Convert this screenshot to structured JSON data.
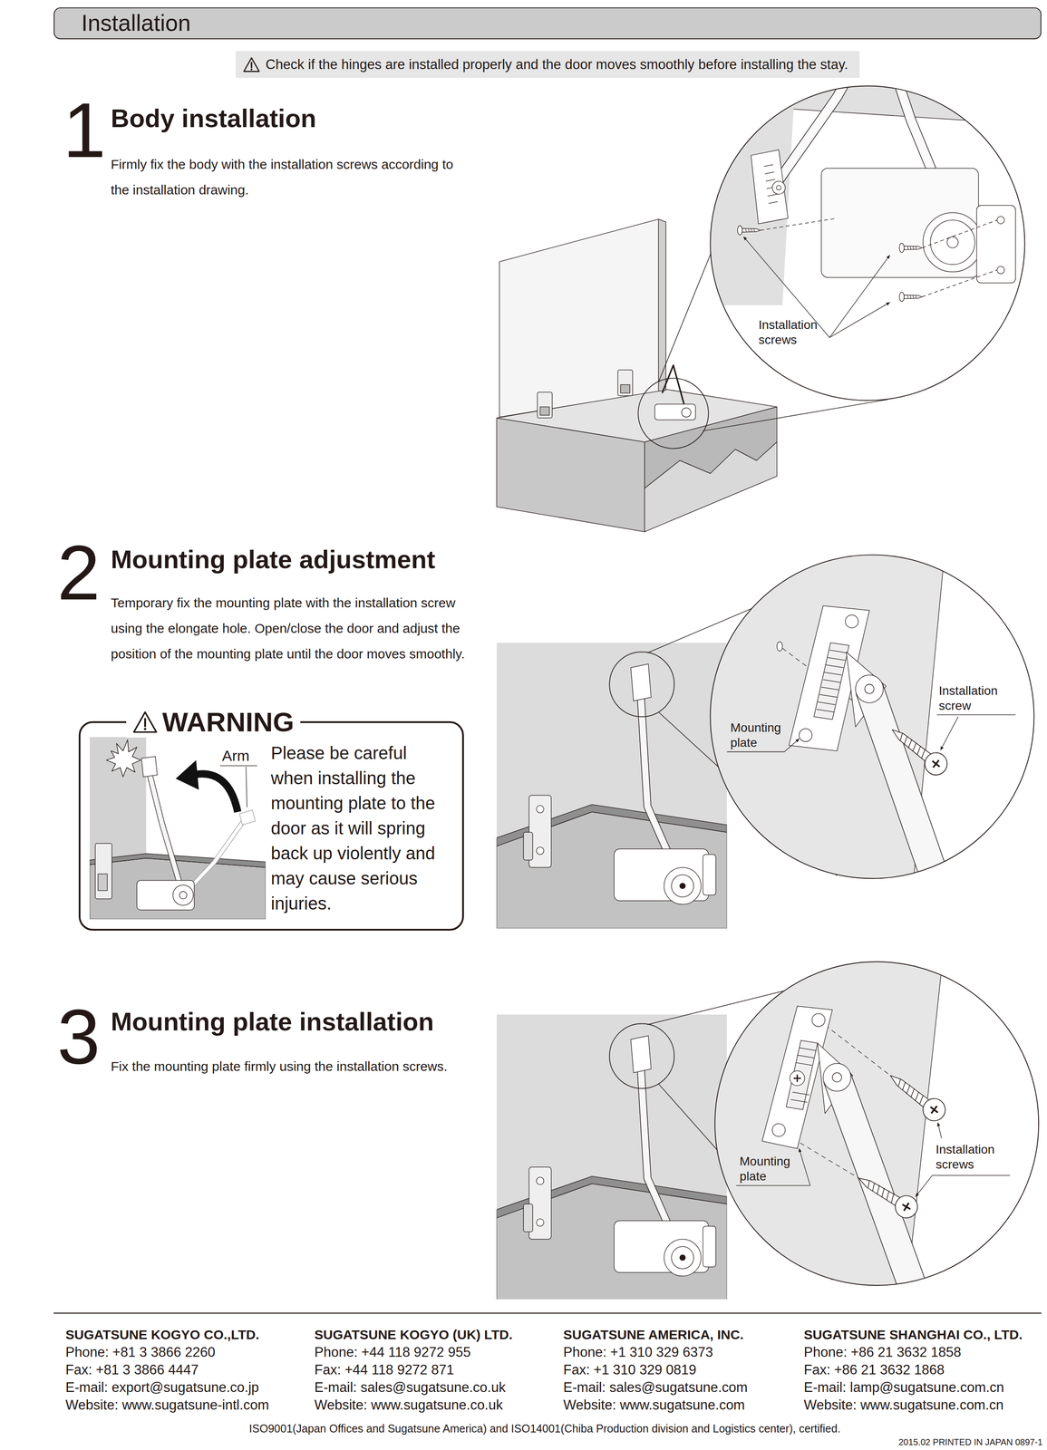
{
  "diagram": {
    "title": "Installation",
    "nodes": [
      {
        "text": [
          "Check if the hinges are installed properly and the door moves smoothly before installing the stay."
        ]
      },
      {
        "text": [
          "WARNING",
          "Please be careful when installing the mounting plate to the door as it will spring back up violently and may cause serious injuries."
        ]
      }
    ],
    "labels": [
      "1",
      "Body installation",
      "Firmly fix the body with the installation screws according to the installation drawing.",
      "Installation screws",
      "2",
      "Mounting plate adjustment",
      "Temporary fix the mounting plate with the installation screw using the elongate hole. Open/close the door and adjust the position of the mounting plate until the door moves smoothly.",
      "Arm",
      "Mounting plate",
      "Installation screw",
      "3",
      "Mounting plate installation",
      "Fix the mounting plate firmly using the installation screws.",
      "Mounting plate",
      "Installation screws",
      "SUGATSUNE KOGYO CO.,LTD.",
      "Phone: +81 3 3866 2260",
      "Fax: +81 3 3866 4447",
      "E-mail: export@sugatsune.co.jp",
      "Website: www.sugatsune-intl.com",
      "SUGATSUNE KOGYO (UK) LTD.",
      "Phone: +44 118 9272 955",
      "Fax: +44 118 9272 871",
      "E-mail: sales@sugatsune.co.uk",
      "Website: www.sugatsune.co.uk",
      "SUGATSUNE AMERICA, INC.",
      "Phone: +1 310 329 6373",
      "Fax: +1 310 329 0819",
      "E-mail: sales@sugatsune.com",
      "Website: www.sugatsune.com",
      "SUGATSUNE SHANGHAI CO., LTD.",
      "Phone: +86 21 3632 1858",
      "Fax: +86 21 3632 1868",
      "E-mail: lamp@sugatsune.com.cn",
      "Website: www.sugatsune.com.cn",
      "ISO9001(Japan Offices and Sugatsune America) and ISO14001(Chiba Production division and Logistics center), certified.",
      "2015.02 PRINTED IN JAPAN 0897-1"
    ]
  }
}
